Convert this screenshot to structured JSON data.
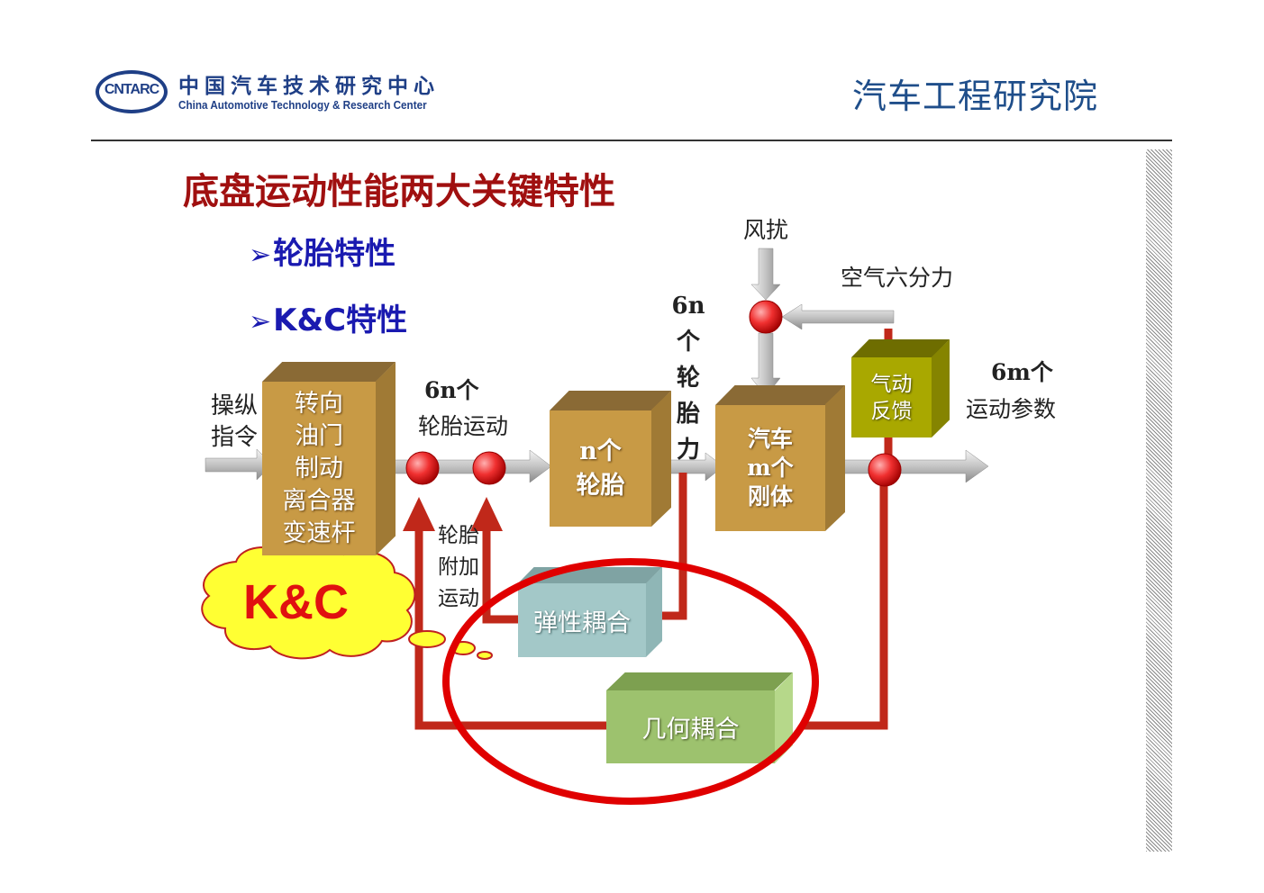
{
  "header": {
    "logo": "CNTARC",
    "org_cn": "中国汽车技术研究中心",
    "org_en": "China Automotive Technology & Research Center",
    "institute": "汽车工程研究院"
  },
  "title": "底盘运动性能两大关键特性",
  "bullets": [
    "轮胎特性",
    "K&C特性"
  ],
  "labels": {
    "input": "操纵指令",
    "tire_motion_count": "6n个",
    "tire_motion": "轮胎运动",
    "tire_force": "6n个轮胎力",
    "wind": "风扰",
    "aero": "空气六分力",
    "output_count": "6m个",
    "output": "运动参数",
    "extra_motion": "轮胎附加运动",
    "kc_cloud": "K&C"
  },
  "boxes": {
    "controls": [
      "转向",
      "油门",
      "制动",
      "离合器",
      "变速杆"
    ],
    "tires": [
      "n个",
      "轮胎"
    ],
    "vehicle": [
      "汽车",
      "m个",
      "刚体"
    ],
    "aero_feedback": [
      "气动",
      "反馈"
    ],
    "elastic": "弹性耦合",
    "geometric": "几何耦合"
  },
  "colors": {
    "title": "#a01010",
    "bullet": "#1a1ab0",
    "box_tan": "#c89a45",
    "box_olive": "#a9a800",
    "box_teal": "#a3c8c8",
    "box_green": "#9dc26e",
    "feedback": "#c0281a",
    "ellipse": "#e00000",
    "cloud": "#ffff33",
    "kc_text": "#e01010"
  }
}
